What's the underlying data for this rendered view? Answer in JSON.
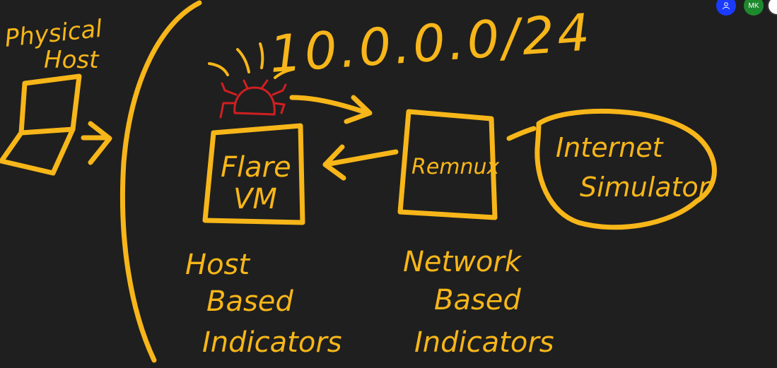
{
  "diagram": {
    "physical_host_line1": "Physical",
    "physical_host_line2": "Host",
    "subnet": "10.0.0.0/24",
    "flare_line1": "Flare",
    "flare_line2": "VM",
    "remnux": "Remnux",
    "internet_line1": "Internet",
    "internet_line2": "Simulator",
    "host_indicators": [
      "Host",
      "Based",
      "Indicators"
    ],
    "network_indicators": [
      "Network",
      "Based",
      "Indicators"
    ]
  },
  "participants": [
    {
      "initials": "",
      "color": "#1a3bff",
      "icon": "person-icon"
    },
    {
      "initials": "MK",
      "color": "#1e8a2e"
    },
    {
      "initials": "",
      "color": "#ffffff"
    }
  ]
}
